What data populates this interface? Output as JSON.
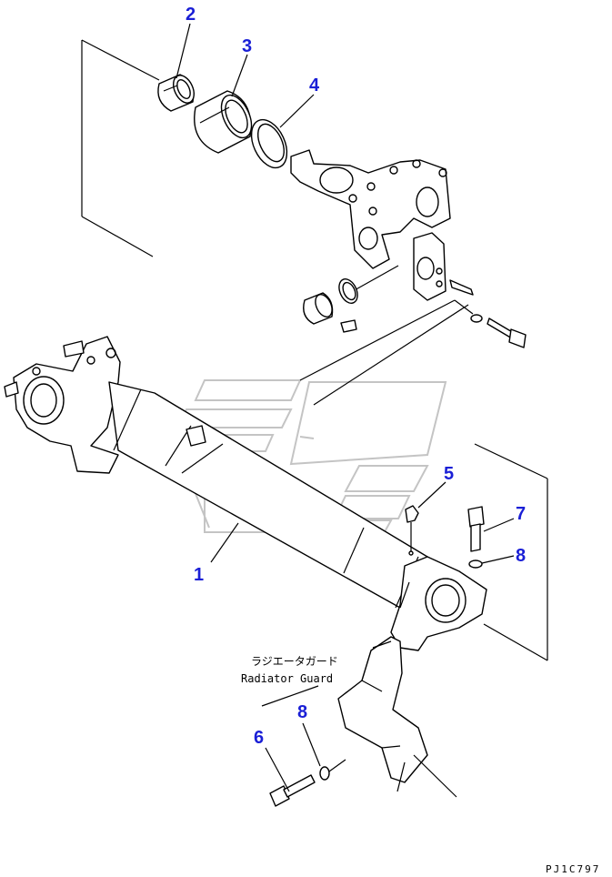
{
  "callouts": [
    {
      "id": "1",
      "label": "1"
    },
    {
      "id": "2",
      "label": "2"
    },
    {
      "id": "3",
      "label": "3"
    },
    {
      "id": "4",
      "label": "4"
    },
    {
      "id": "5",
      "label": "5"
    },
    {
      "id": "6",
      "label": "6"
    },
    {
      "id": "7",
      "label": "7"
    },
    {
      "id": "8a",
      "label": "8"
    },
    {
      "id": "8b",
      "label": "8"
    }
  ],
  "note": {
    "jp": "ラジエータガード",
    "en": "Radiator Guard"
  },
  "drawing_code": "PJ1C797",
  "colors": {
    "callout": "#1a1fd6",
    "line": "#000000",
    "watermark": "#c4c4c4"
  }
}
